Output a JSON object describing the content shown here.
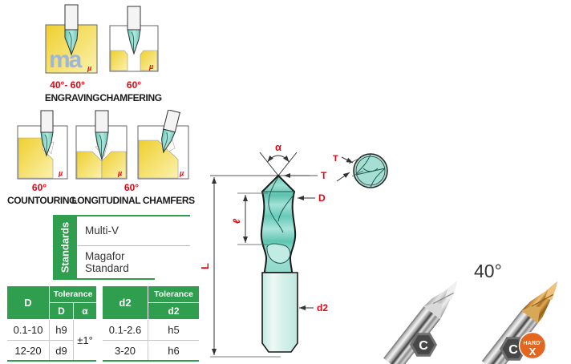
{
  "colors": {
    "green": "#2f9e4f",
    "red": "#e30613",
    "teal": "#7fd0c2",
    "yellow": "#f2d340",
    "gold": "#bf8633",
    "steel": "#b9b9b9"
  },
  "figures": {
    "row1": [
      {
        "angle": "40°- 60°",
        "caption": "ENGRAVING"
      },
      {
        "angle": "60°",
        "caption": "CHAMFERING"
      }
    ],
    "row2_angles": [
      "60°",
      "60°"
    ],
    "row2_captions": [
      "COUNTOURING",
      "LONGITUDINAL CHAMFERS"
    ],
    "engraving_text": "ma",
    "micro_logo": "µ"
  },
  "standards": {
    "title": "Standards",
    "row1": "Multi-V",
    "row2": "Magafor Standard"
  },
  "tables": {
    "d_table": {
      "h_d": "D",
      "h_tol": "Tolerance",
      "h_sub_d": "D",
      "h_sub_alpha": "α",
      "rows": [
        [
          "0.1-10",
          "h9"
        ],
        [
          "12-20",
          "d9"
        ]
      ],
      "alpha": "±1°"
    },
    "d2_table": {
      "h_d2": "d2",
      "h_tol": "Tolerance",
      "h_sub_d2": "d2",
      "rows": [
        [
          "0.1-2.6",
          "h5"
        ],
        [
          "3-20",
          "h6"
        ]
      ]
    }
  },
  "drawing": {
    "alpha": "α",
    "t": "T",
    "d": "D",
    "ell": "ℓ",
    "l": "L",
    "d2": "d2",
    "t_end": "T"
  },
  "photos": {
    "angle": "40°",
    "badge_c": "C",
    "hard_top": "HARD'",
    "hard_x": "X"
  }
}
